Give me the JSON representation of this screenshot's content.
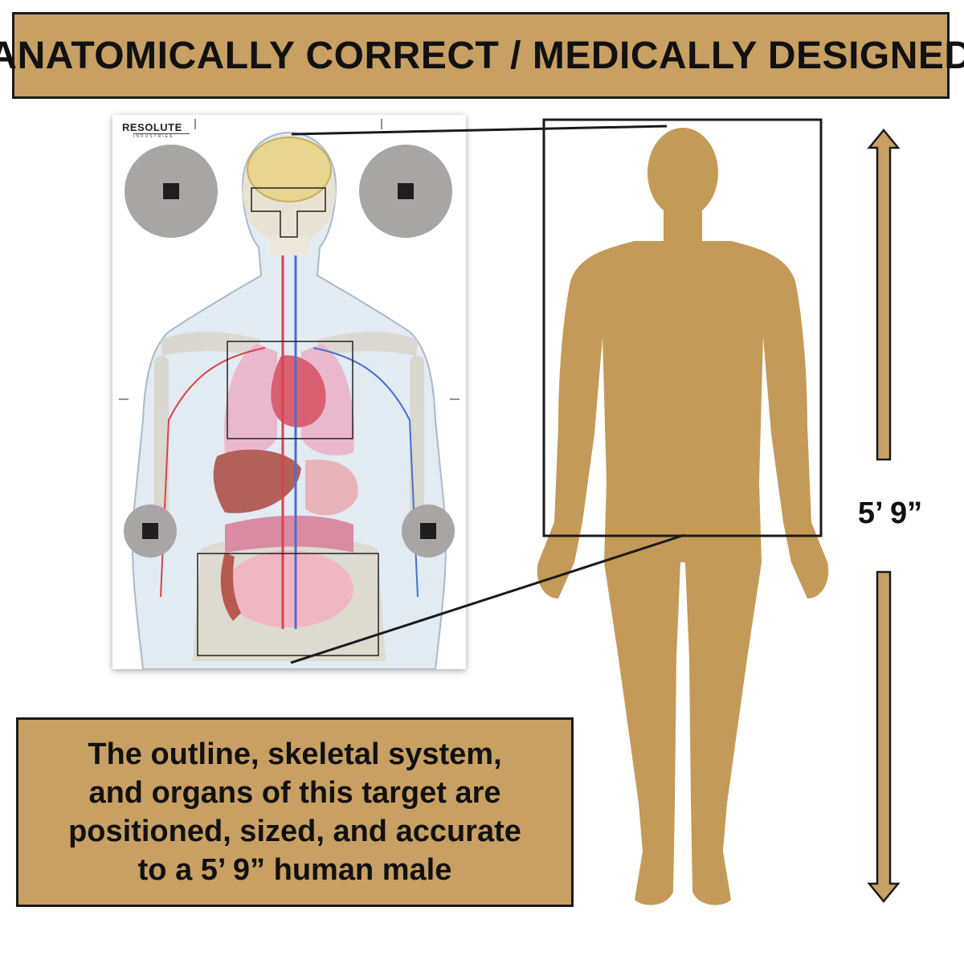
{
  "banner": {
    "title": "ANATOMICALLY CORRECT / MEDICALLY DESIGNED"
  },
  "target": {
    "brand": {
      "name": "RESOLUTE",
      "sub": "INDUSTRIES"
    }
  },
  "figure": {
    "height_label": "5’ 9”"
  },
  "caption": {
    "lines": [
      "The outline, skeletal system,",
      "and organs of this target are",
      "positioned, sized, and accurate",
      "to a 5’ 9” human male"
    ]
  },
  "colors": {
    "tan": "#c9a063",
    "silhouette": "#c49a58",
    "outline": "#1a1a1a"
  }
}
